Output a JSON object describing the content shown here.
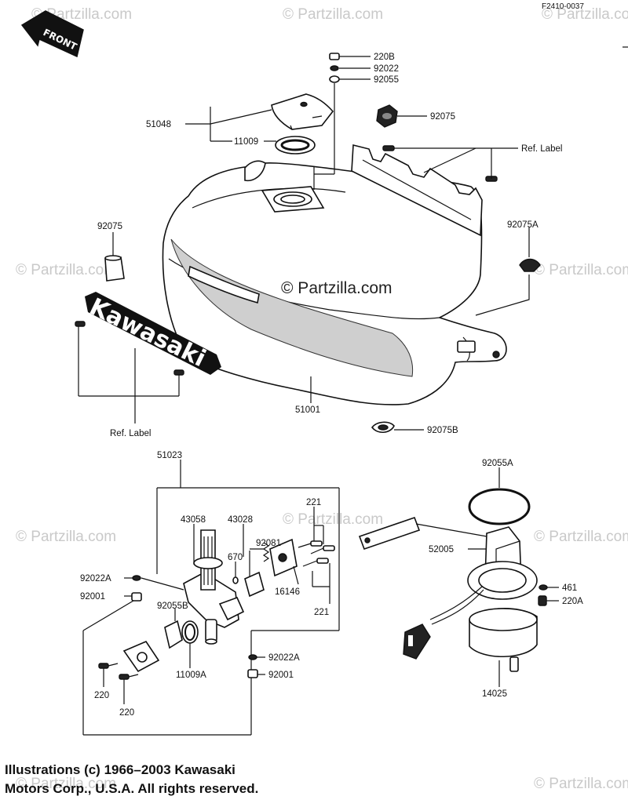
{
  "diagram_code": "F2410-0037",
  "front_label": "FRONT",
  "brand_label": "Kawasaki",
  "watermark_center": "© Partzilla.com",
  "watermark_tile": "© Partzilla.com",
  "labels": {
    "p220B": "220B",
    "p92022": "92022",
    "p92055": "92055",
    "p92075_top": "92075",
    "p51048": "51048",
    "p11009": "11009",
    "ref_label_top": "Ref.  Label",
    "p92075_left": "92075",
    "p92075A": "92075A",
    "p51001": "51001",
    "ref_label_bottom": "Ref.  Label",
    "p92075B": "92075B",
    "p51023": "51023",
    "p92055A": "92055A",
    "p43058": "43058",
    "p43028": "43028",
    "p221_top": "221",
    "p670": "670",
    "p92081": "92081",
    "p52005": "52005",
    "p92022A_left": "92022A",
    "p92001_left": "92001",
    "p16146": "16146",
    "p221_bottom": "221",
    "p461": "461",
    "p220A": "220A",
    "p92055B": "92055B",
    "p11009A": "11009A",
    "p92022A_right": "92022A",
    "p92001_right": "92001",
    "p220_a": "220",
    "p220_b": "220",
    "p14025": "14025"
  },
  "copyright_line1": "Illustrations (c) 1966–2003 Kawasaki",
  "copyright_line2": "Motors Corp., U.S.A.  All rights reserved."
}
